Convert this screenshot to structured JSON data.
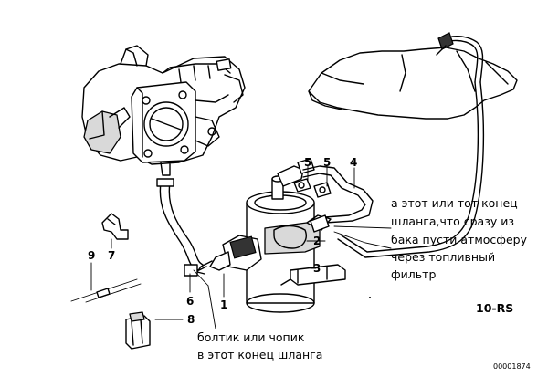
{
  "parts": {
    "p1": "1",
    "p2": "2",
    "p3": "3",
    "p4": "4",
    "p5a": "5",
    "p5b": "5",
    "p6": "6",
    "p7": "7",
    "p8": "8",
    "p9": "9"
  },
  "annotations": {
    "right_note": [
      "а этот или тот конец",
      "шланга,что сразу из",
      "бака пусти атмосферу",
      "через топливный",
      "фильтр"
    ],
    "bottom_note": [
      "болтик или чопик",
      "в этот конец шланга"
    ]
  },
  "diagram_ref": "10-RS",
  "image_code": "00001874"
}
